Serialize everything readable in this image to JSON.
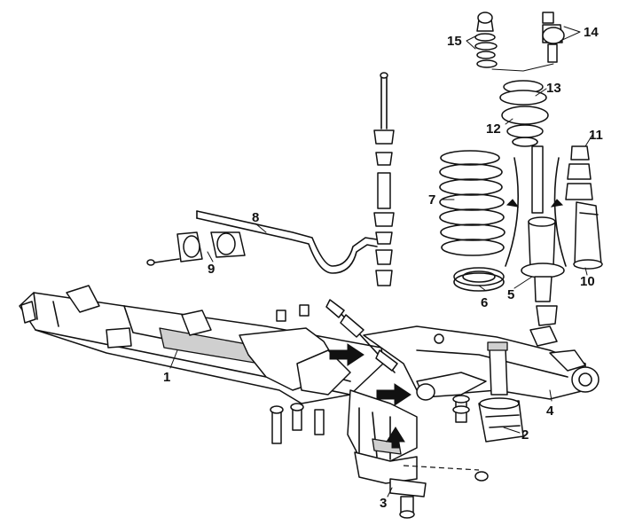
{
  "diagram": {
    "callouts": [
      "1",
      "2",
      "3",
      "4",
      "5",
      "6",
      "7",
      "8",
      "9",
      "10",
      "11",
      "12",
      "13",
      "14",
      "15"
    ]
  },
  "colors": {
    "ink": "#111111",
    "paper": "#ffffff",
    "shade": "#cfcfcf"
  }
}
